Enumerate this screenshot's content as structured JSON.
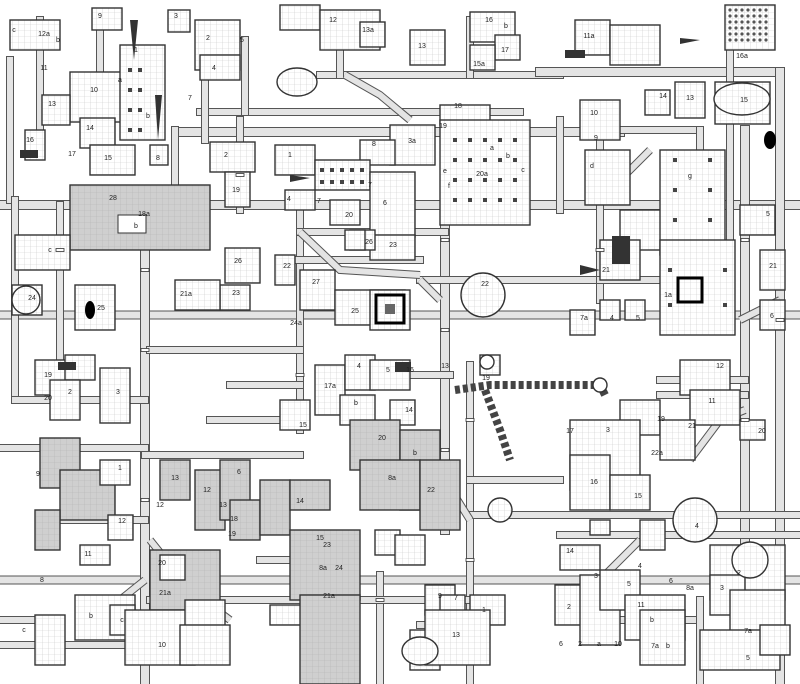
{
  "room_labels": [
    "12a",
    "9",
    "3",
    "b",
    "c",
    "11",
    "2",
    "5",
    "1",
    "a",
    "10",
    "13",
    "4",
    "7",
    "14",
    "16",
    "17",
    "15",
    "8",
    "b",
    "12",
    "13a",
    "13",
    "b",
    "16",
    "17",
    "15a",
    "11a",
    "16a",
    "15",
    "14",
    "13",
    "10",
    "9",
    "18",
    "19",
    "3a",
    "20a",
    "a",
    "b",
    "c",
    "e",
    "f",
    "g",
    "d",
    "8",
    "1",
    "7",
    "2",
    "19",
    "20",
    "7",
    "6",
    "4",
    "28",
    "18a",
    "b",
    "c",
    "24",
    "25",
    "26",
    "21a",
    "23",
    "22",
    "27",
    "25",
    "24a",
    "26",
    "23",
    "22",
    "21",
    "1a",
    "7a",
    "4",
    "5",
    "6",
    "5",
    "21",
    "19",
    "20",
    "3",
    "2",
    "1",
    "4",
    "5",
    "16",
    "17a",
    "b",
    "14",
    "15",
    "13",
    "19",
    "12",
    "11",
    "21",
    "20",
    "19",
    "22a",
    "3",
    "17",
    "16",
    "15",
    "14",
    "13",
    "12",
    "6",
    "18",
    "19",
    "20",
    "21a",
    "20",
    "b",
    "8a",
    "22",
    "23",
    "21a",
    "24",
    "8a",
    "c",
    "b",
    "c",
    "10",
    "11",
    "12",
    "13",
    "9",
    "7",
    "1",
    "2",
    "3",
    "4",
    "5",
    "6",
    "3",
    "2",
    "4",
    "5",
    "7a",
    "8a",
    "b",
    "11",
    "7a",
    "b",
    "8",
    "9",
    "12",
    "13",
    "14",
    "15",
    "6",
    "2",
    "a",
    "10"
  ]
}
